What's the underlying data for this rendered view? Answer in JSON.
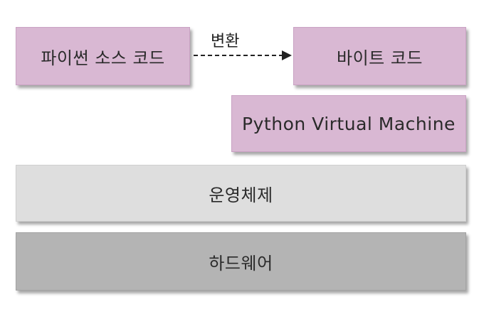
{
  "diagram": {
    "source_code": "파이썬 소스 코드",
    "conversion_label": "변환",
    "byte_code": "바이트 코드",
    "pvm": "Python Virtual Machine",
    "operating_system": "운영체제",
    "hardware": "하드웨어"
  },
  "colors": {
    "python_layer": "#d9b8d3",
    "os_layer": "#dedede",
    "hardware_layer": "#b4b4b4"
  }
}
